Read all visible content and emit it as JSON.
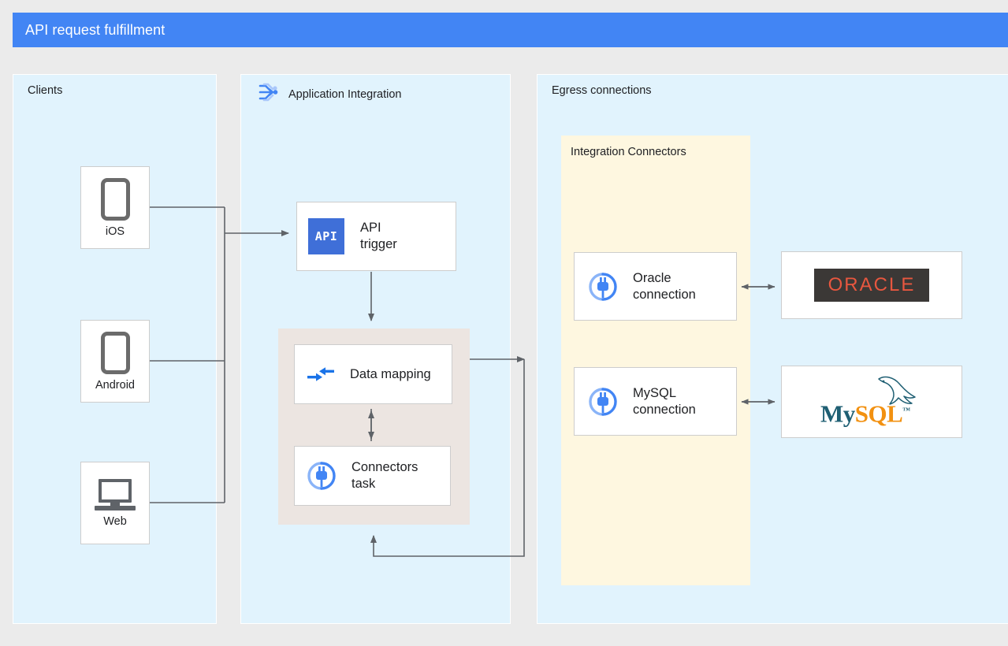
{
  "title": "API request fulfillment",
  "accent_color": "#4285f4",
  "panel_color": "#e1f3fd",
  "group_connectors_color": "#fef7e0",
  "group_tasks_color": "#ece5e1",
  "page_background": "#ebebeb",
  "panels": {
    "clients": {
      "title": "Clients"
    },
    "integration": {
      "title": "Application Integration",
      "icon": "application-integration-icon"
    },
    "egress": {
      "title": "Egress connections"
    }
  },
  "groups": {
    "integration_connectors": {
      "title": "Integration Connectors"
    }
  },
  "clients": [
    {
      "label": "iOS",
      "icon": "mobile-phone-icon"
    },
    {
      "label": "Android",
      "icon": "mobile-phone-icon"
    },
    {
      "label": "Web",
      "icon": "laptop-icon"
    }
  ],
  "integration_nodes": [
    {
      "label": "API\ntrigger",
      "line1": "API",
      "line2": "trigger",
      "icon": "api-badge-icon"
    },
    {
      "label": "Data mapping",
      "line1": "Data mapping",
      "line2": "",
      "icon": "data-mapping-arrows-icon"
    },
    {
      "label": "Connectors task",
      "line1": "Connectors",
      "line2": "task",
      "icon": "connector-plug-icon"
    }
  ],
  "connections": [
    {
      "line1": "Oracle",
      "line2": "connection",
      "icon": "connector-plug-icon"
    },
    {
      "line1": "MySQL",
      "line2": "connection",
      "icon": "connector-plug-icon"
    }
  ],
  "backends": [
    {
      "name": "ORACLE",
      "logo": "oracle-logo",
      "text_color": "#e8573f",
      "background": "#3b3836"
    },
    {
      "name": "MySQL",
      "logo": "mysql-logo",
      "part1": "My",
      "part2": "SQL",
      "trademark": "™",
      "color1": "#1f5f73",
      "color2": "#f29111"
    }
  ]
}
